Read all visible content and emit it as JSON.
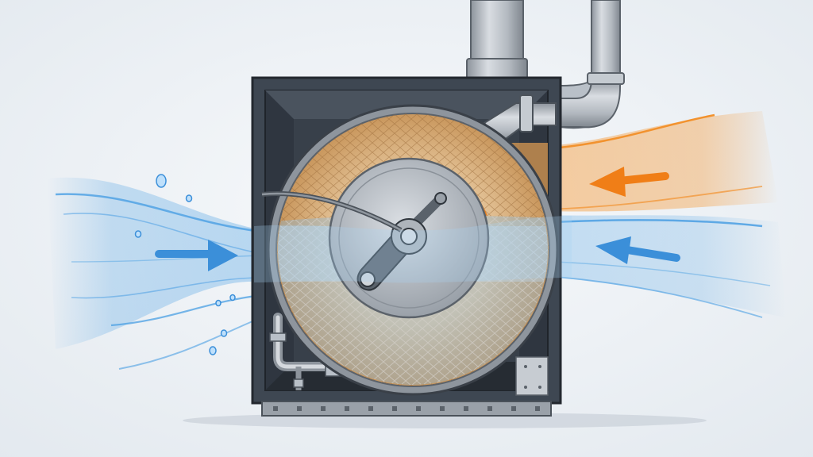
{
  "scene": {
    "subject": "rotary-desiccant-wheel-unit",
    "colors": {
      "background": "#eef2f6",
      "housing": "#3e4752",
      "housing_inner": "#2f3640",
      "pipe": "#b9c0c8",
      "wheel_rim": "#a7adb5",
      "mesh": "#d8b07e",
      "hub": "#c3c8ce",
      "cool_air": "#4a9fe3",
      "warm_air": "#f2922e"
    },
    "airflows": [
      {
        "name": "moist-air-inflow",
        "direction": "right",
        "color": "blue"
      },
      {
        "name": "return-air-inflow",
        "direction": "left",
        "color": "blue"
      },
      {
        "name": "hot-regeneration-air-inflow",
        "direction": "left",
        "color": "orange"
      }
    ],
    "droplets": 7
  }
}
